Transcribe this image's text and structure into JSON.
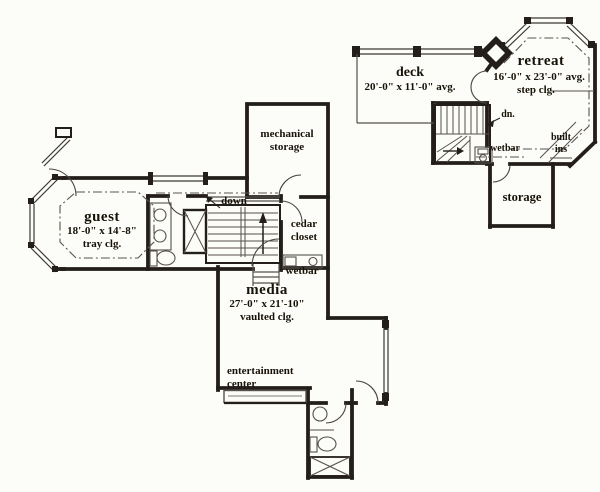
{
  "colors": {
    "background": "#fcfcf9",
    "wall": "#231e19",
    "thin_line": "#56514b",
    "text": "#171207"
  },
  "rooms": {
    "guest": {
      "name": "guest",
      "dims": "18'-0\" x 14'-8\"",
      "ceiling": "tray clg."
    },
    "mechanical_storage": {
      "line1": "mechanical",
      "line2": "storage"
    },
    "cedar_closet": {
      "line1": "cedar",
      "line2": "closet"
    },
    "wetbar_left": {
      "name": "wetbar"
    },
    "media": {
      "name": "media",
      "dims": "27'-0\" x 21'-10\"",
      "ceiling": "vaulted clg."
    },
    "entertainment_center": {
      "line1": "entertainment",
      "line2": "center"
    },
    "deck": {
      "name": "deck",
      "dims": "20'-0\" x 11'-0\" avg."
    },
    "retreat": {
      "name": "retreat",
      "dims": "16'-0\" x 23'-0\" avg.",
      "ceiling": "step clg."
    },
    "storage": {
      "name": "storage"
    },
    "built_ins": {
      "line1": "built",
      "line2": "ins"
    },
    "wetbar_right": {
      "name": "wetbar"
    }
  },
  "stairs": {
    "main_label": "down",
    "right_label": "dn."
  }
}
